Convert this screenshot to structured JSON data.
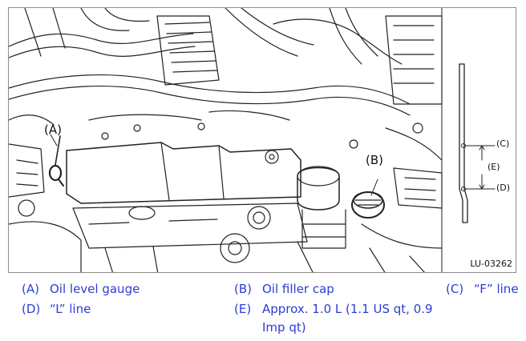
{
  "figure": {
    "id": "LU-03262",
    "callouts": {
      "a": "(A)",
      "b": "(B)"
    },
    "dipstick": {
      "c": "(C)",
      "d": "(D)",
      "e": "(E)"
    }
  },
  "legend": [
    {
      "key": "(A)",
      "text": "Oil level gauge"
    },
    {
      "key": "(B)",
      "text": "Oil filler cap"
    },
    {
      "key": "(C)",
      "text": "“F” line"
    },
    {
      "key": "(D)",
      "text": "“L” line"
    },
    {
      "key": "(E)",
      "text": "Approx. 1.0 L (1.1 US qt, 0.9"
    },
    {
      "key": "",
      "text": "Imp qt)"
    }
  ]
}
